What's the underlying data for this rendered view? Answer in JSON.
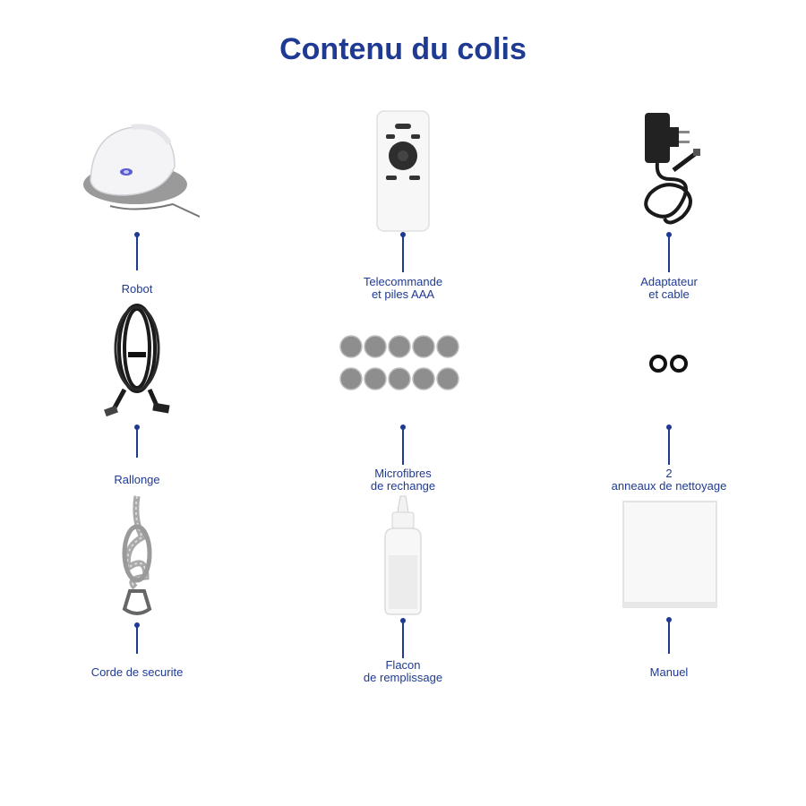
{
  "title": "Contenu du colis",
  "accent_color": "#1f3a93",
  "items": [
    {
      "icon": "robot-icon",
      "lines": [
        "Robot"
      ]
    },
    {
      "icon": "remote-control-icon",
      "lines": [
        "Telecommande",
        "et piles AAA"
      ]
    },
    {
      "icon": "power-adapter-icon",
      "lines": [
        "Adaptateur",
        "et cable"
      ]
    },
    {
      "icon": "extension-cable-icon",
      "lines": [
        "Rallonge"
      ]
    },
    {
      "icon": "microfiber-pads-icon",
      "lines": [
        "Microfibres",
        "de rechange"
      ]
    },
    {
      "icon": "cleaning-rings-icon",
      "lines": [
        "2",
        "anneaux de nettoyage"
      ]
    },
    {
      "icon": "safety-rope-icon",
      "lines": [
        "Corde de securite"
      ]
    },
    {
      "icon": "refill-bottle-icon",
      "lines": [
        "Flacon",
        "de remplissage"
      ]
    },
    {
      "icon": "manual-icon",
      "lines": [
        "Manuel"
      ]
    }
  ]
}
